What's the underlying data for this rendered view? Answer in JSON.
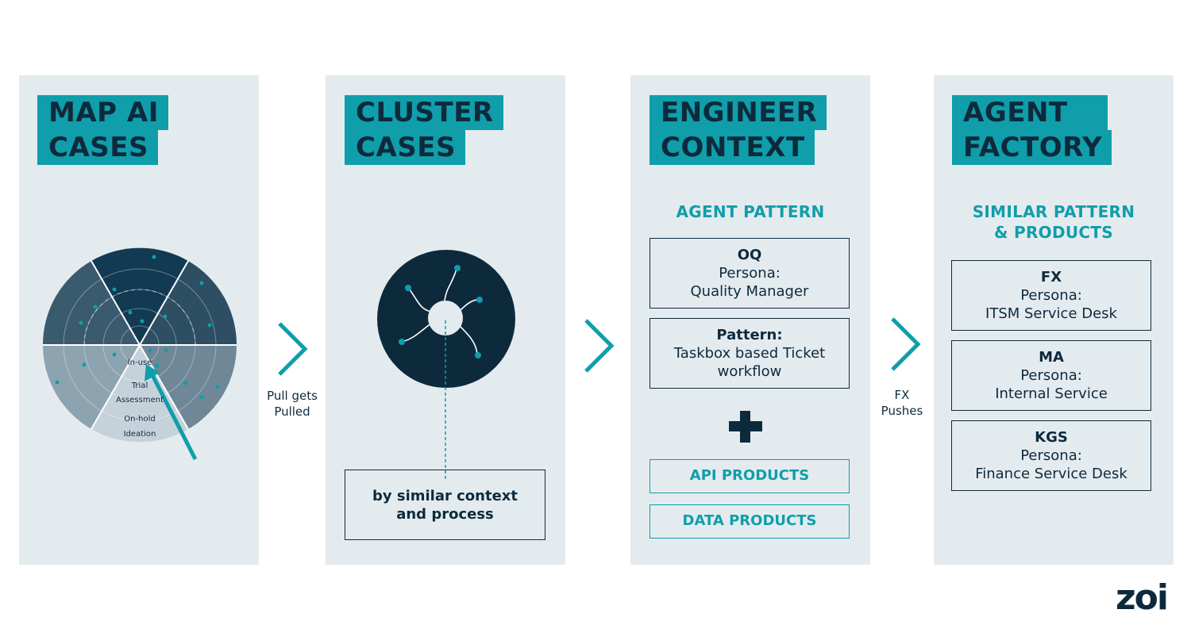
{
  "panels": [
    {
      "title_lines": [
        "MAP AI",
        "CASES"
      ],
      "radar_rings": [
        "In-use",
        "Trial",
        "Assessment",
        "On-hold",
        "Ideation"
      ]
    },
    {
      "title_lines": [
        "CLUSTER",
        "CASES"
      ],
      "caption": [
        "by similar context",
        "and process"
      ]
    },
    {
      "title_lines": [
        "ENGINEER",
        "CONTEXT"
      ],
      "subheading": "AGENT PATTERN",
      "boxes": [
        {
          "title": "OQ",
          "lines": [
            "Persona:",
            "Quality Manager"
          ]
        },
        {
          "title": "Pattern:",
          "lines": [
            "Taskbox based Ticket",
            "workflow"
          ]
        }
      ],
      "plus_icon": "plus-icon",
      "products": [
        "API PRODUCTS",
        "DATA PRODUCTS"
      ]
    },
    {
      "title_lines": [
        "AGENT",
        "FACTORY"
      ],
      "subheading_lines": [
        "SIMILAR PATTERN",
        "& PRODUCTS"
      ],
      "boxes": [
        {
          "title": "FX",
          "lines": [
            "Persona:",
            "ITSM Service Desk"
          ]
        },
        {
          "title": "MA",
          "lines": [
            "Persona:",
            "Internal Service"
          ]
        },
        {
          "title": "KGS",
          "lines": [
            "Persona:",
            "Finance Service Desk"
          ]
        }
      ]
    }
  ],
  "arrows": [
    {
      "icon": "chevron-right-icon",
      "label_lines": [
        "Pull gets",
        "Pulled"
      ]
    },
    {
      "icon": "chevron-right-icon",
      "label_lines": []
    },
    {
      "icon": "chevron-right-icon",
      "label_lines": [
        "FX",
        "Pushes"
      ]
    }
  ],
  "logo": "zoi",
  "colors": {
    "teal": "#0f9eaa",
    "navy": "#0d2a3d",
    "panel": "#e4ebef"
  }
}
